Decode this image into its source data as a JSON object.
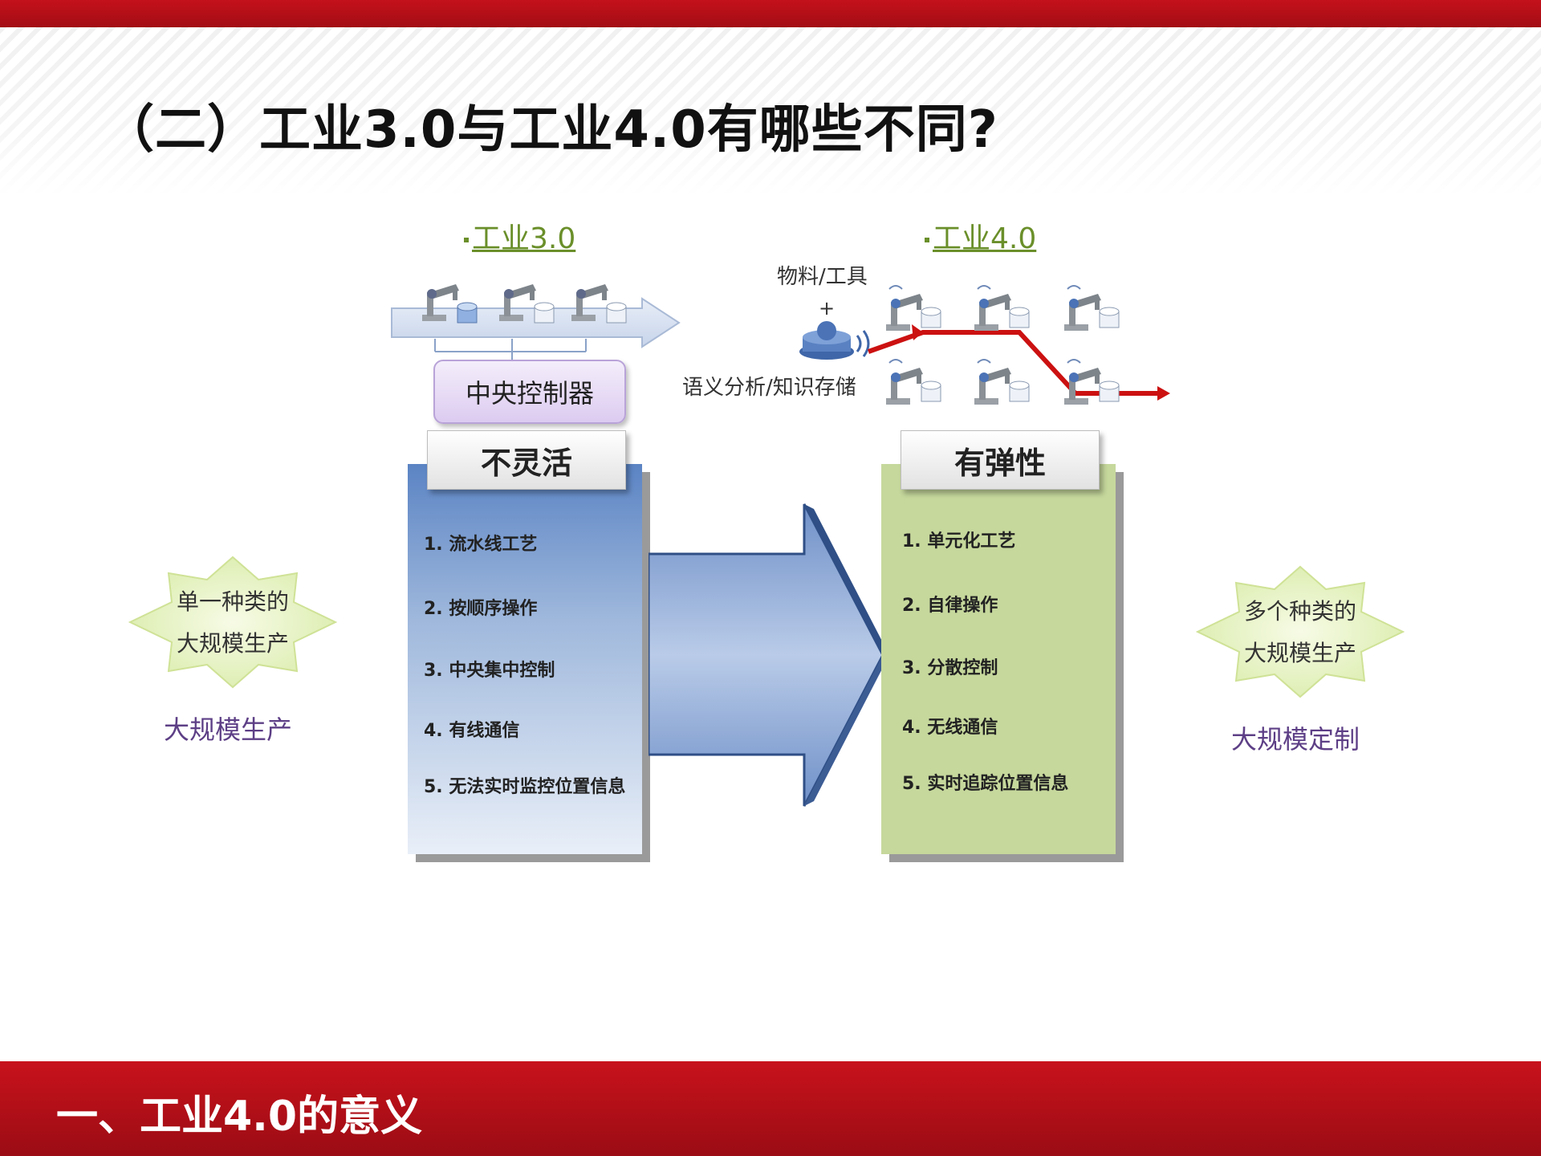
{
  "title": "（二）工业3.0与工业4.0有哪些不同?",
  "footer": "一、工业4.0的意义",
  "colors": {
    "brand_red": "#c4111b",
    "left_panel_blue": "#5b84c4",
    "right_panel_green": "#c6d89c",
    "era_green": "#6a8f2a",
    "caption_purple": "#5d3f86",
    "flow_red": "#cc1111"
  },
  "industry3": {
    "era_label": "工业3.0",
    "controller": "中央控制器",
    "header": "不灵活",
    "features": [
      "1. 流水线工艺",
      "2. 按顺序操作",
      "3. 中央集中控制",
      "4. 有线通信",
      "5. 无法实时监控位置信息"
    ],
    "star_text": [
      "单一种类的",
      "大规模生产"
    ],
    "caption": "大规模生产"
  },
  "industry4": {
    "era_label": "工业4.0",
    "material_label": "物料/工具",
    "plus": "+",
    "semantic_label": "语义分析/知识存储",
    "header": "有弹性",
    "features": [
      "1. 单元化工艺",
      "2. 自律操作",
      "3. 分散控制",
      "4. 无线通信",
      "5. 实时追踪位置信息"
    ],
    "star_text": [
      "多个种类的",
      "大规模生产"
    ],
    "caption": "大规模定制"
  },
  "icons": {
    "robot": "robot-arm-icon",
    "container": "cylinder-container-icon",
    "server": "server-wireless-icon",
    "wifi": "wireless-signal-icon"
  }
}
